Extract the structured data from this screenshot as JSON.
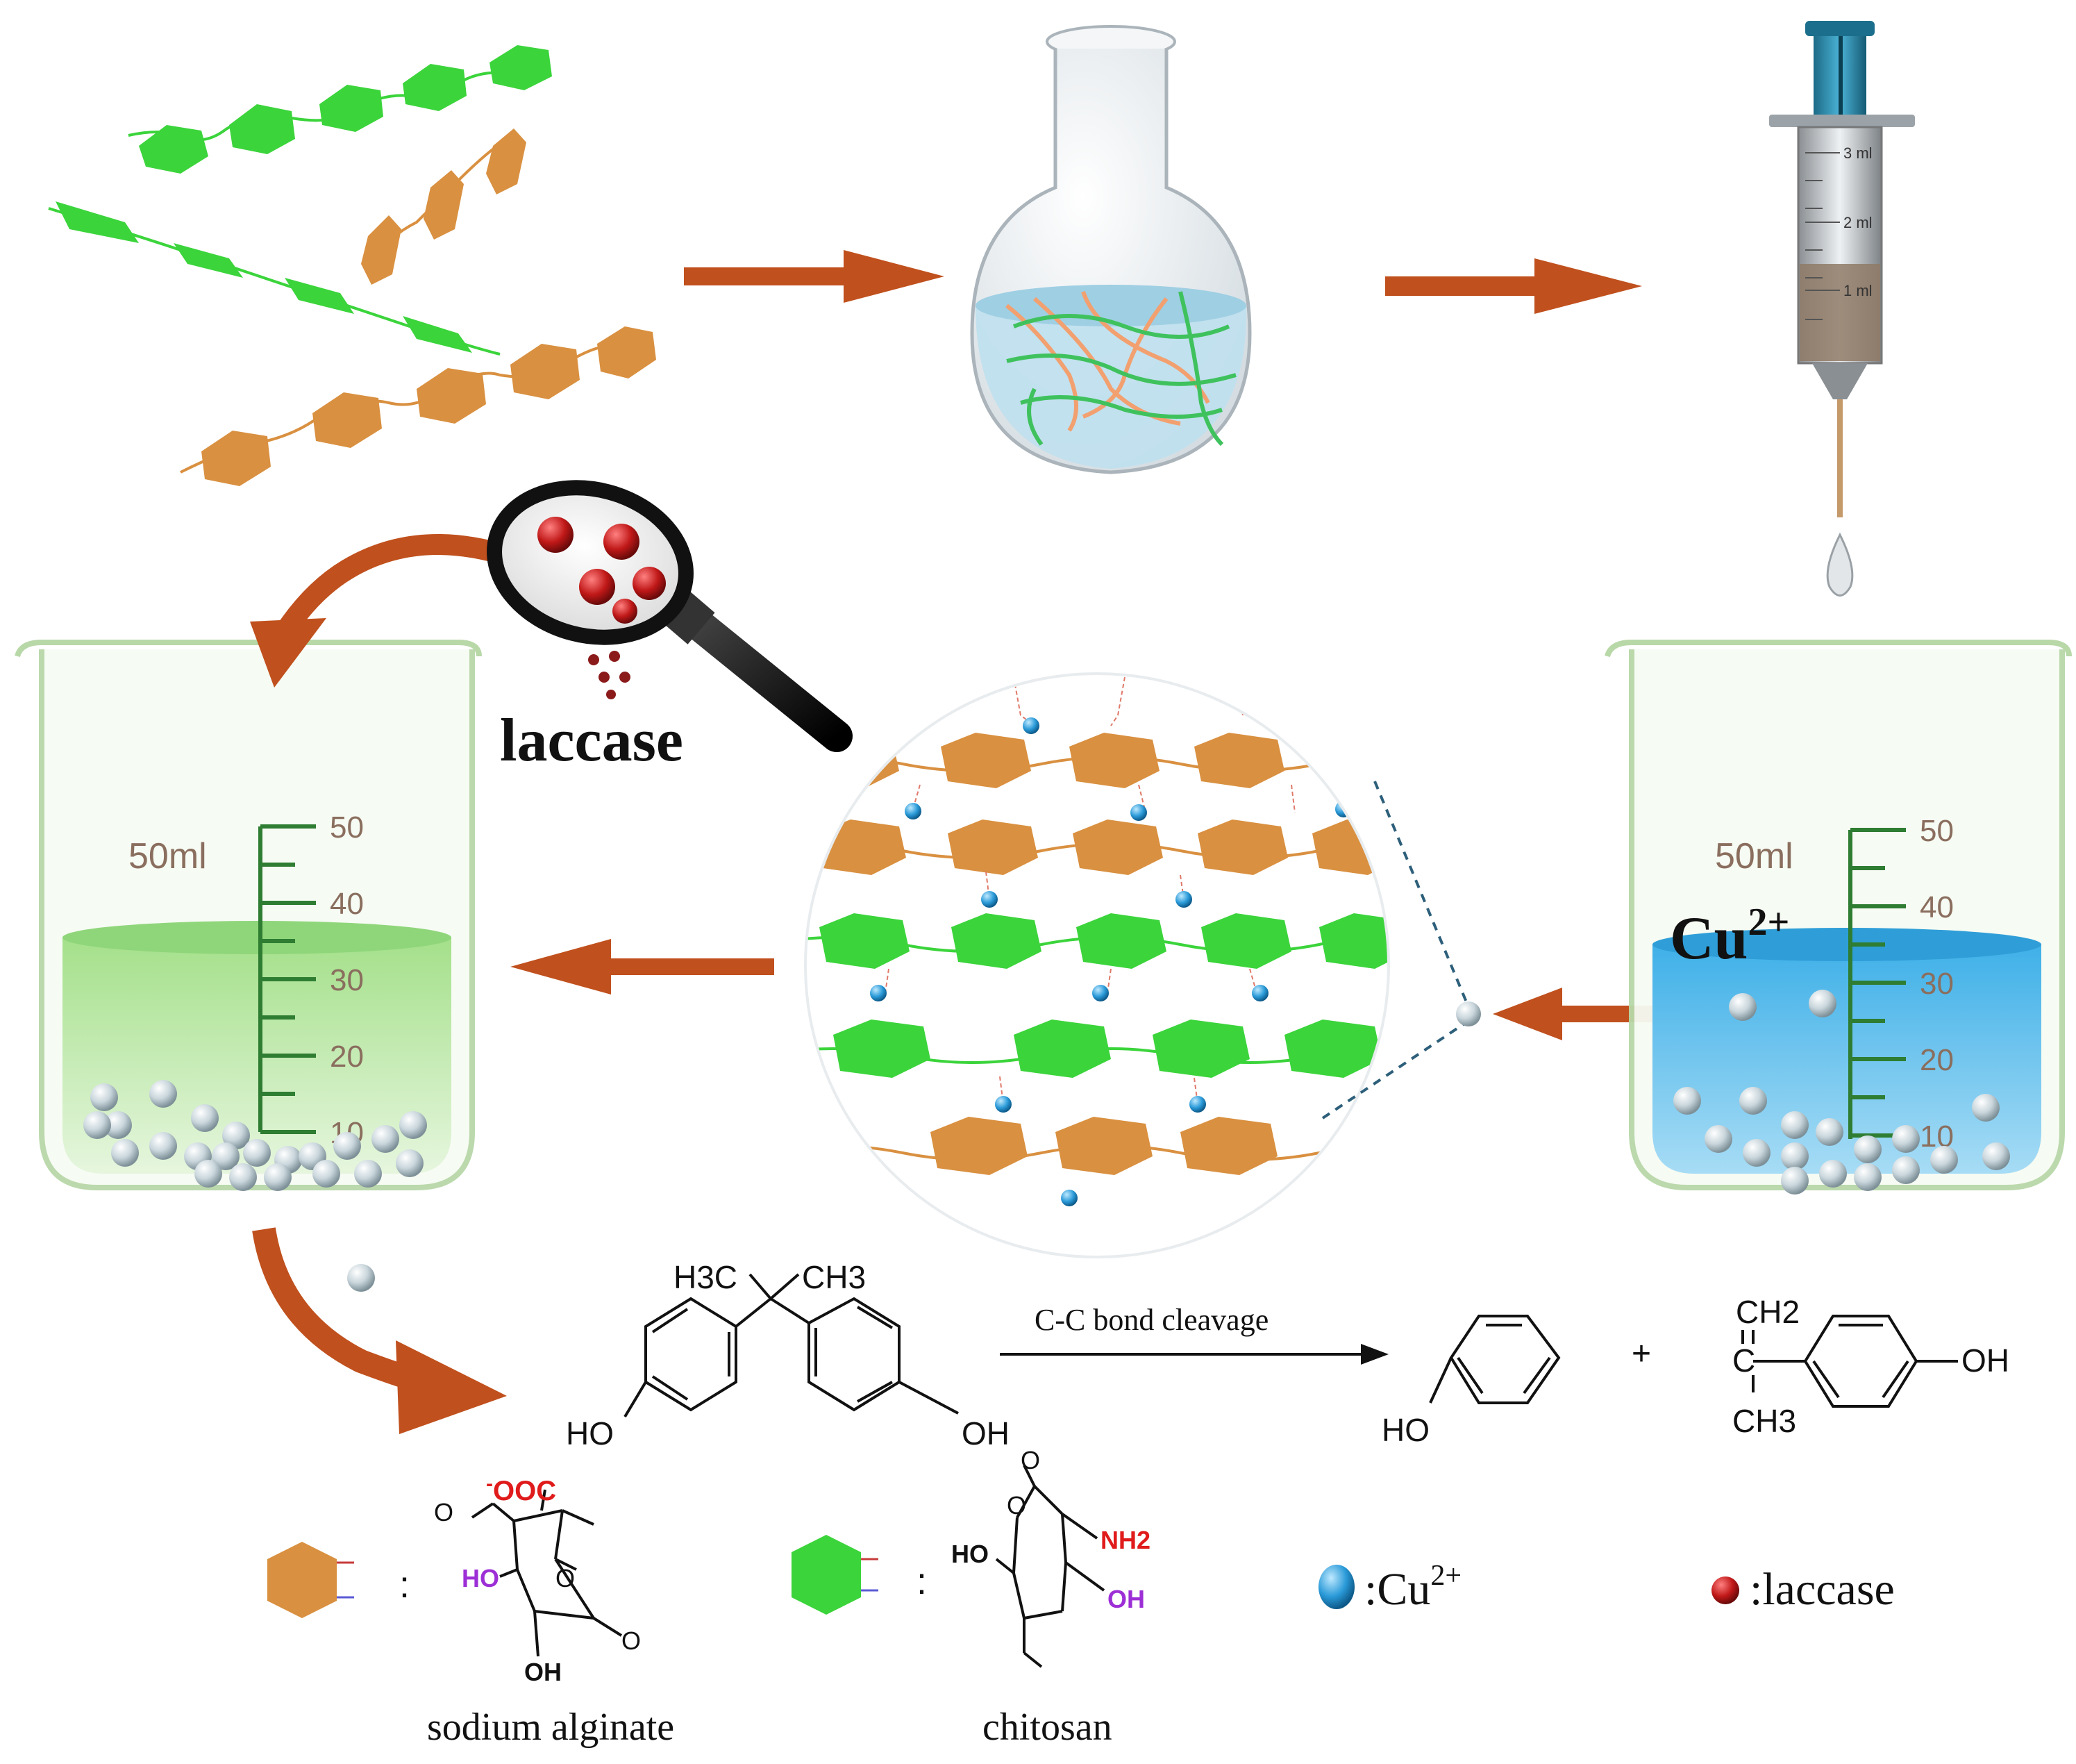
{
  "colors": {
    "alginate": "#d99040",
    "chitosan": "#3bd43b",
    "arrow": "#c0501d",
    "copper_solution": "#55b8e6",
    "green_solution": "#c8ecb4",
    "laccase": "#8b1a1a",
    "scale": "#2e7d32",
    "text": "#111111"
  },
  "beakers": {
    "left": {
      "volume_label": "50ml",
      "scale_labels": [
        "50",
        "40",
        "30",
        "20",
        "10"
      ]
    },
    "right": {
      "volume_label": "50ml",
      "scale_labels": [
        "50",
        "40",
        "30",
        "20",
        "10"
      ],
      "ion_label_base": "Cu",
      "ion_label_sup": "2+"
    }
  },
  "syringe": {
    "scale_labels": [
      "3 ml",
      "2 ml",
      "1 ml"
    ]
  },
  "magnifier": {
    "label": "laccase"
  },
  "reaction": {
    "arrow_label": "C-C bond cleavage",
    "plus": "+",
    "bpa": {
      "left_group": "H3C",
      "right_group": "CH3",
      "oh_left": "HO",
      "oh_right": "OH"
    },
    "phenol": {
      "oh": "HO"
    },
    "isopropenylphenol": {
      "top": "CH2",
      "bottom": "CH3",
      "oh": "OH"
    }
  },
  "legend": {
    "alginate": {
      "colon": ":",
      "caption": "sodium alginate",
      "coo_minus": "-",
      "coo": "OOC",
      "ho": "HO",
      "oh": "OH",
      "o": "O"
    },
    "chitosan": {
      "colon": ":",
      "caption": "chitosan",
      "ho": "HO",
      "nh2": "NH2",
      "oh": "OH",
      "o": "O"
    },
    "copper": {
      "label_base": ":Cu",
      "label_sup": "2+"
    },
    "laccase": {
      "label": ":laccase"
    }
  }
}
